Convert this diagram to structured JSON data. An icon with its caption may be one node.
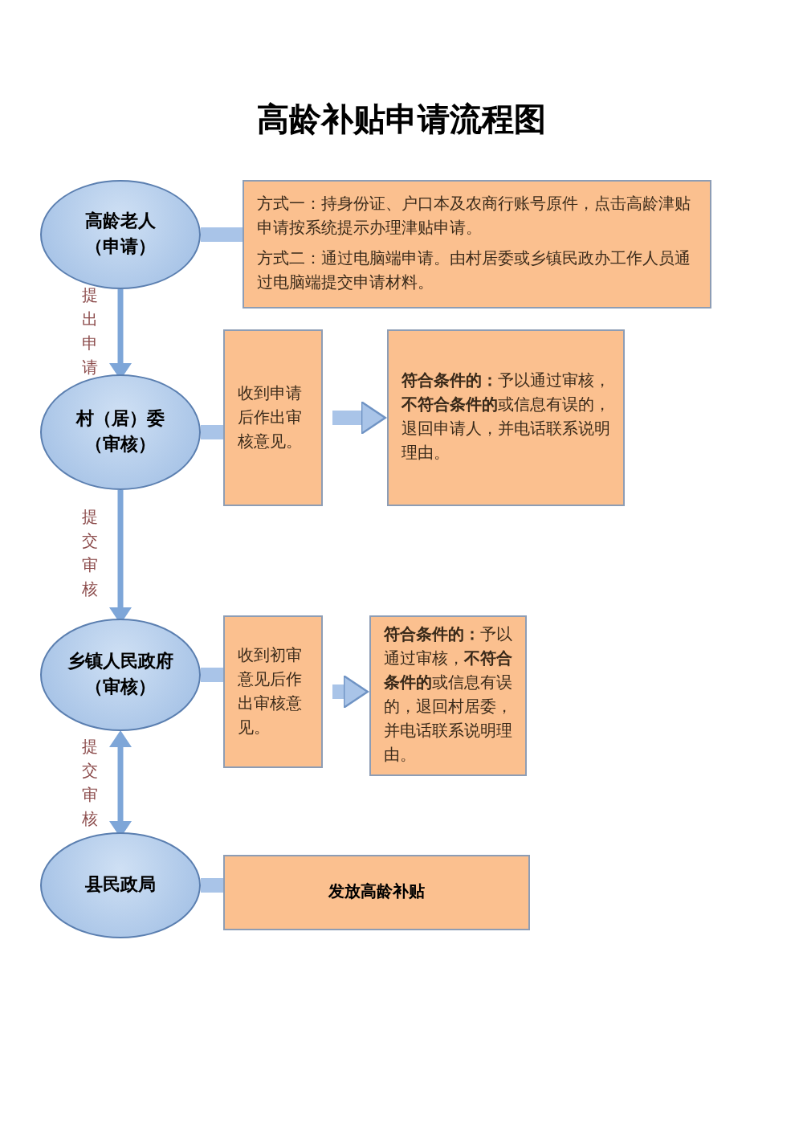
{
  "diagram": {
    "title": "高龄补贴申请流程图",
    "nodes": [
      {
        "text": [
          "高龄老人（申请）"
        ]
      },
      {
        "text": [
          "方式一：持身份证、户口本及农商行账号原件，点击高龄津贴申请按系统提示办理津贴申请。",
          "方式二：通过电脑端申请。由村居委或乡镇民政办工作人员通过电脑端提交申请材料。"
        ]
      },
      {
        "text": [
          "村（居）委（审核）"
        ]
      },
      {
        "text": [
          "收到申请后作出审核意见。"
        ]
      },
      {
        "text": [
          "**符合条件的：**予以通过审核，**不符合条件的**或信息有误的，退回申请人，并电话联系说明理由。"
        ]
      },
      {
        "text": [
          "乡镇人民政府（审核）"
        ]
      },
      {
        "text": [
          "收到初审意见后作出审核意见。"
        ]
      },
      {
        "text": [
          "**符合条件的：**予以通过审核，**不符合条件的**或信息有误的，退回村居委，并电话联系说明理由。"
        ]
      },
      {
        "text": [
          "县民政局"
        ]
      },
      {
        "text": [
          "发放高龄补贴"
        ]
      }
    ],
    "edges": [
      {
        "from": 0,
        "to": 2,
        "arrow": "to",
        "label": "提出申请"
      },
      {
        "from": 2,
        "to": 5,
        "arrow": "to",
        "label": "提交审核"
      },
      {
        "from": 5,
        "to": 8,
        "arrow": "both",
        "label": "提交审核"
      },
      {
        "from": 0,
        "to": 1,
        "arrow": "none"
      },
      {
        "from": 2,
        "to": 3,
        "arrow": "none"
      },
      {
        "from": 3,
        "to": 4,
        "arrow": "to"
      },
      {
        "from": 5,
        "to": 6,
        "arrow": "none"
      },
      {
        "from": 6,
        "to": 7,
        "arrow": "to"
      },
      {
        "from": 8,
        "to": 9,
        "arrow": "none"
      }
    ]
  }
}
